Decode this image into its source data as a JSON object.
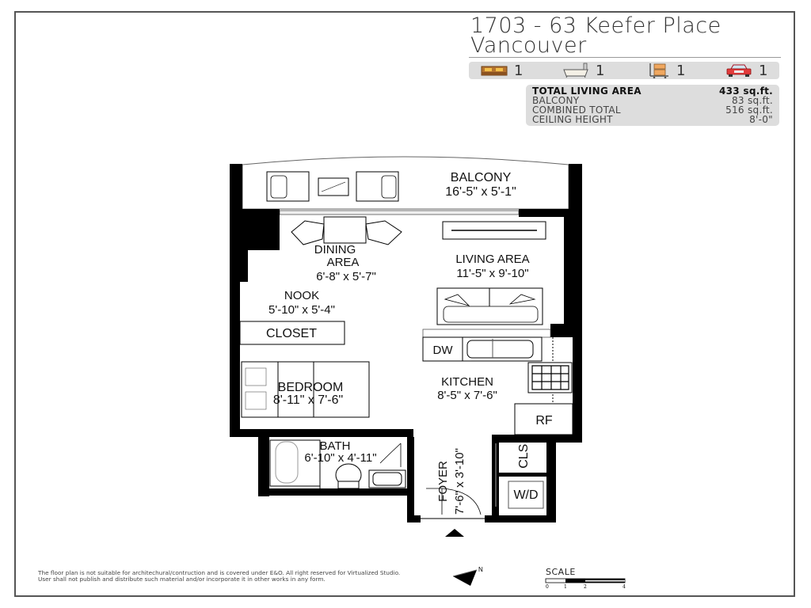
{
  "header": {
    "address_line1": "1703 - 63 Keefer Place",
    "address_line2": "Vancouver"
  },
  "features": [
    {
      "icon": "bed-icon",
      "count": "1"
    },
    {
      "icon": "bathtub-icon",
      "count": "1"
    },
    {
      "icon": "storage-locker-icon",
      "count": "1"
    },
    {
      "icon": "car-parking-icon",
      "count": "1"
    }
  ],
  "stats": [
    {
      "label": "TOTAL LIVING AREA",
      "value": "433 sq.ft."
    },
    {
      "label": "BALCONY",
      "value": "83 sq.ft."
    },
    {
      "label": "COMBINED TOTAL",
      "value": "516 sq.ft."
    },
    {
      "label": "CEILING HEIGHT",
      "value": "8'-0\""
    }
  ],
  "rooms": {
    "balcony": {
      "name": "BALCONY",
      "size": "16'-5\" x 5'-1\""
    },
    "dining": {
      "name1": "DINING",
      "name2": "AREA",
      "size": "6'-8\" x 5'-7\""
    },
    "living": {
      "name": "LIVING AREA",
      "size": "11'-5\" x 9'-10\""
    },
    "nook": {
      "name": "NOOK",
      "size": "5'-10\" x 5'-4\""
    },
    "closet": {
      "name": "CLOSET"
    },
    "bedroom": {
      "name": "BEDROOM",
      "size": "8'-11\" x 7'-6\""
    },
    "kitchen": {
      "name": "KITCHEN",
      "size": "8'-5\" x 7'-6\""
    },
    "bath": {
      "name": "BATH",
      "size": "6'-10\" x 4'-11\""
    },
    "foyer": {
      "name": "FOYER",
      "size": "7'-6\" x 3'-10\""
    },
    "cls": {
      "name": "CLS."
    },
    "wd": {
      "name": "W/D"
    },
    "dw": {
      "name": "DW"
    },
    "rf": {
      "name": "RF"
    }
  },
  "disclaimer": "The floor plan is not suitable for architechural/contruction and is covered under E&O. All right reserved for Virtualized Studio. User shall not publish and distribute such material and/or incorporate it in other works in any form.",
  "scale": {
    "title": "SCALE",
    "ticks": [
      "0",
      "1",
      "2",
      "4"
    ]
  },
  "compass": {
    "label": "N"
  },
  "colors": {
    "wall": "#000000",
    "panel": "#dddddd",
    "text": "#333333"
  }
}
